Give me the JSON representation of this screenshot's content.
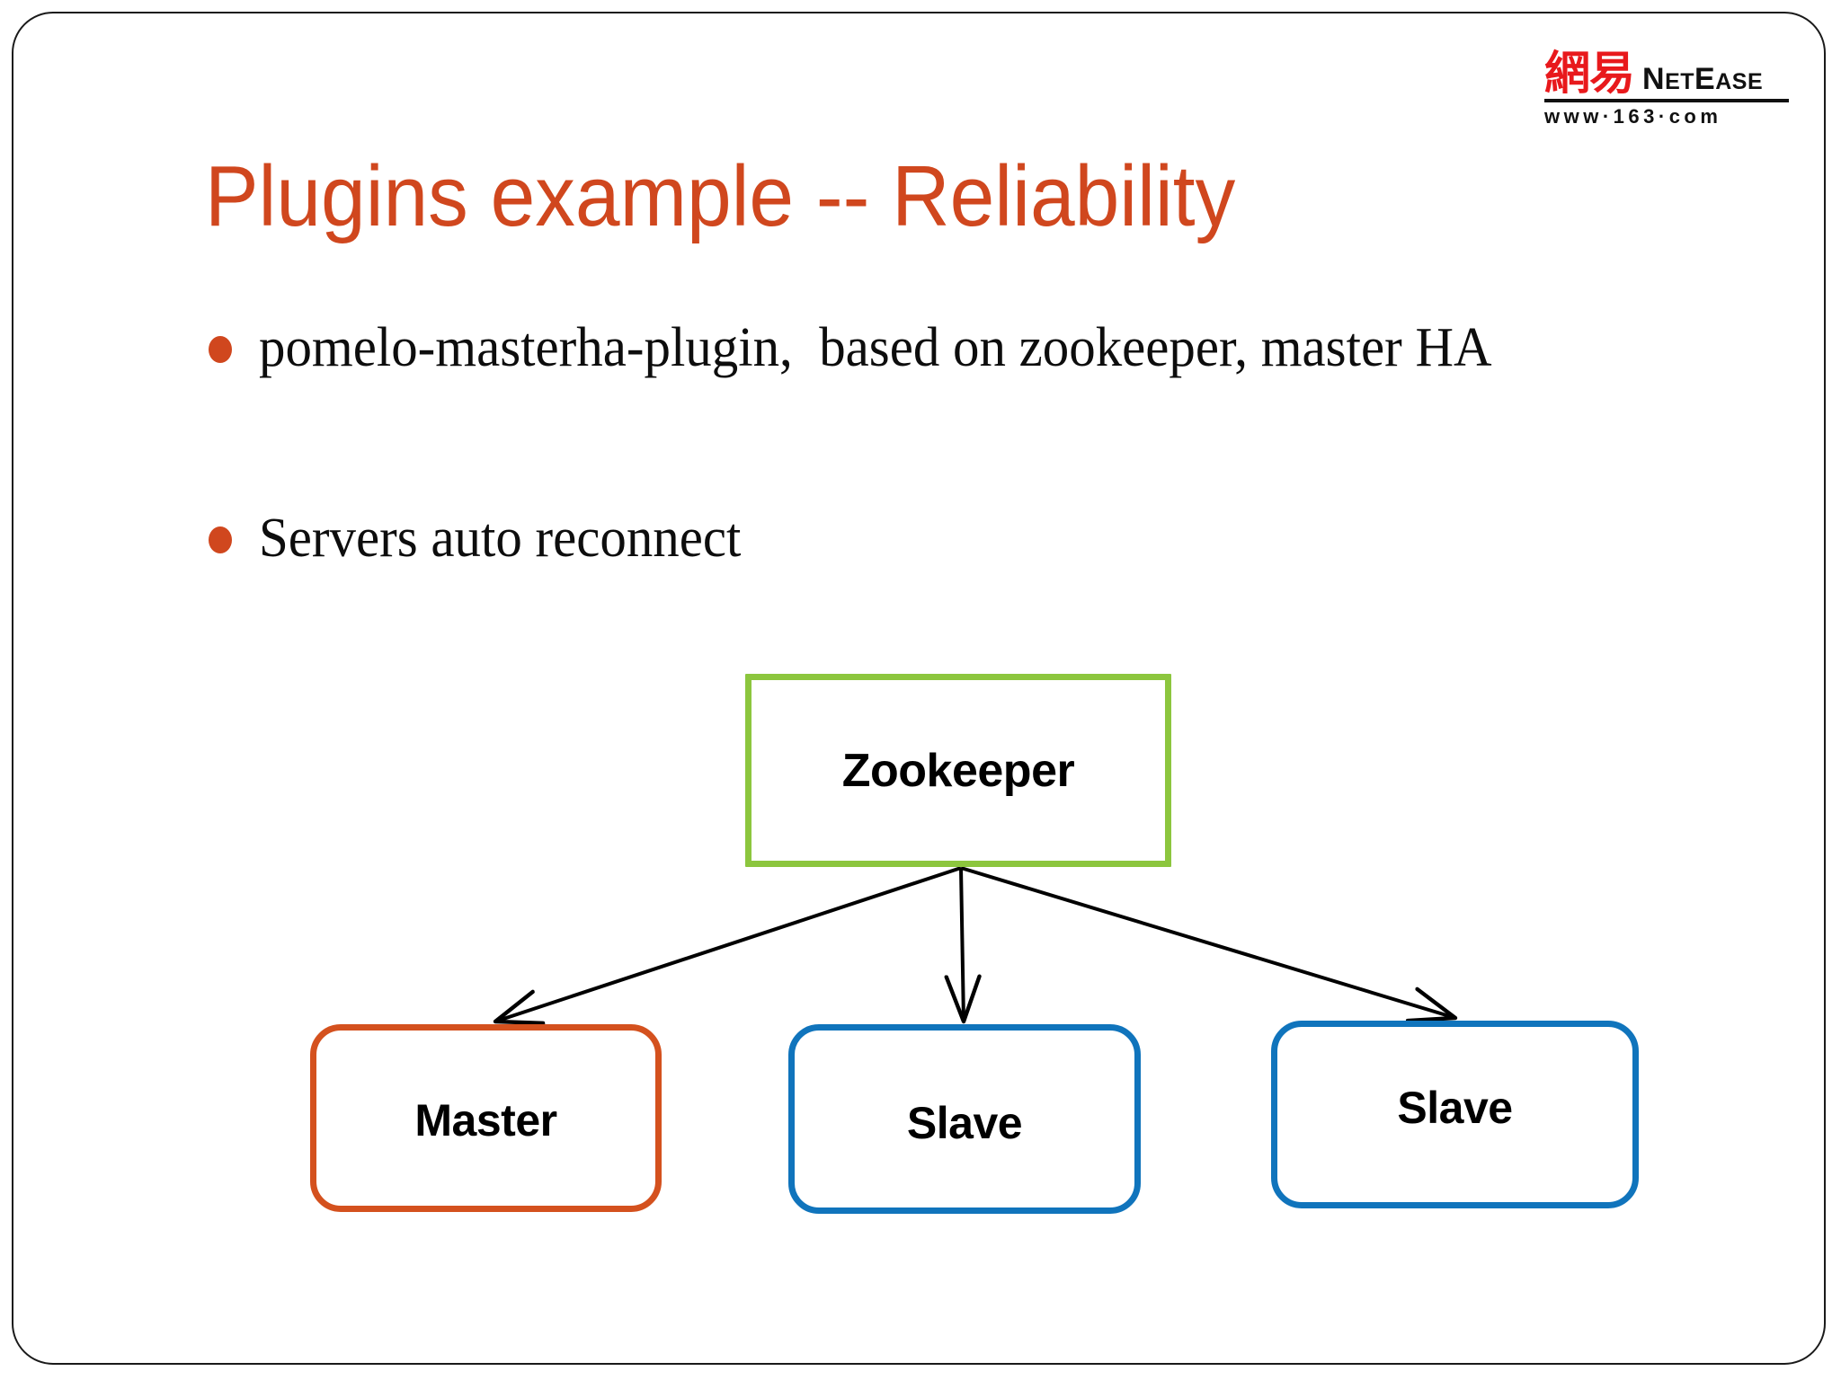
{
  "slide": {
    "title": "Plugins example -- Reliability",
    "title_color": "#D0471E",
    "background": "#FFFFFF",
    "frame_color": "#1A1A1A"
  },
  "logo": {
    "name": "netease-logo",
    "cn_text": "網易",
    "en_text_lead": "N",
    "en_text_small_1": "ET",
    "en_text_lead_2": "E",
    "en_text_small_2": "ASE",
    "en_text_full": "NetEase",
    "url": "www·163·com",
    "cn_color": "#E8191C",
    "en_color": "#111111"
  },
  "bullets": [
    {
      "marker": "round-bullet",
      "marker_color": "#D0471E",
      "text": "pomelo-masterha-plugin,  based on zookeeper, master HA"
    },
    {
      "marker": "round-bullet",
      "marker_color": "#D0471E",
      "text": "Servers auto reconnect"
    }
  ],
  "diagram": {
    "type": "node-arrow-tree",
    "nodes": [
      {
        "id": "zookeeper",
        "label": "Zookeeper",
        "shape": "rectangle",
        "border_color": "#8CC63E",
        "fill": "#FFFFFF",
        "text_color": "#000000"
      },
      {
        "id": "master",
        "label": "Master",
        "shape": "rounded-rectangle",
        "border_color": "#D4511E",
        "fill": "#FFFFFF",
        "text_color": "#000000"
      },
      {
        "id": "slave-1",
        "label": "Slave",
        "shape": "rounded-rectangle",
        "border_color": "#1074BC",
        "fill": "#FFFFFF",
        "text_color": "#000000"
      },
      {
        "id": "slave-2",
        "label": "Slave",
        "shape": "rounded-rectangle",
        "border_color": "#1074BC",
        "fill": "#FFFFFF",
        "text_color": "#000000"
      }
    ],
    "edges": [
      {
        "from": "zookeeper",
        "to": "master",
        "style": "arrow",
        "color": "#000000"
      },
      {
        "from": "zookeeper",
        "to": "slave-1",
        "style": "arrow",
        "color": "#000000"
      },
      {
        "from": "zookeeper",
        "to": "slave-2",
        "style": "arrow",
        "color": "#000000"
      }
    ]
  }
}
